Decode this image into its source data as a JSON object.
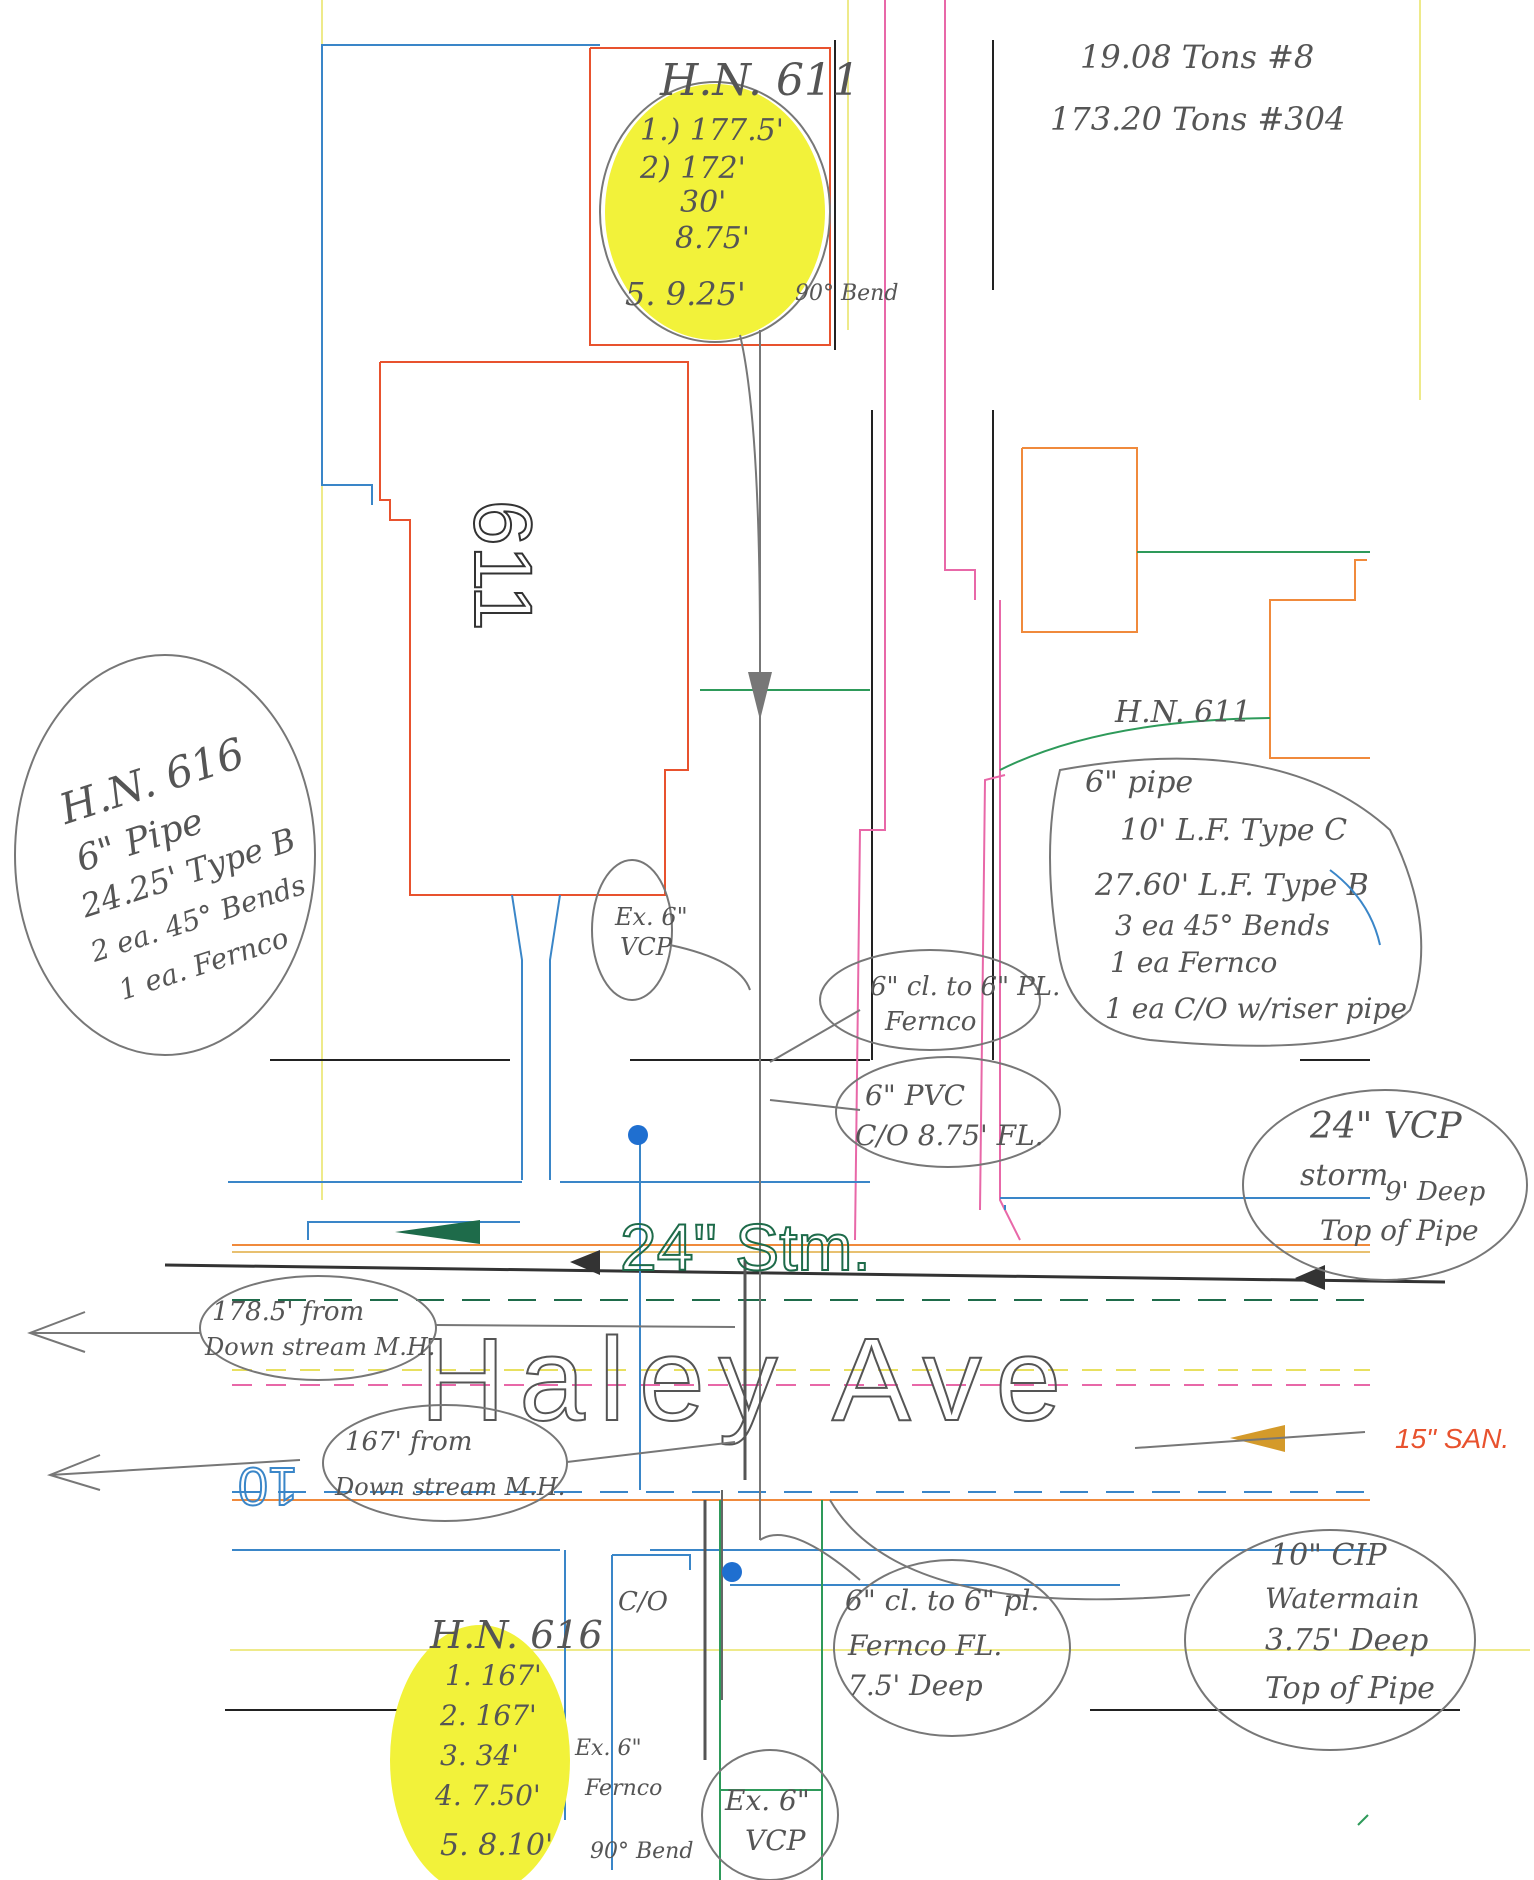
{
  "lot_number": "611",
  "street": {
    "name": "Haley Ave",
    "storm_label": "24\" Stm.",
    "sanitary_label": "15\" SAN.",
    "water_label": "10"
  },
  "top_notes": [
    "19.08 Tons #8",
    "173.20 Tons #304"
  ],
  "hn611_top": {
    "title": "H.N. 611",
    "lines": [
      "1.) 177.5'",
      "2) 172'",
      "30'",
      "8.75'",
      "5. 9.25'"
    ],
    "side_label": "90° Bend"
  },
  "hn611_right": {
    "title": "H.N. 611",
    "lines": [
      "6\" pipe",
      "10' L.F. Type C",
      "27.60' L.F. Type B",
      "3 ea 45° Bends",
      "1 ea Fernco",
      "1 ea C/O w/riser pipe"
    ]
  },
  "hn616_left": {
    "title": "H.N. 616",
    "lines": [
      "6\" Pipe",
      "24.25' Type B",
      "2 ea. 45° Bends",
      "1 ea. Fernco"
    ]
  },
  "hn616_bottom": {
    "title": "H.N. 616",
    "lines": [
      "1. 167'",
      "2. 167'",
      "3. 34'",
      "4. 7.50'",
      "5. 8.10'"
    ],
    "side_labels": [
      "Ex. 6\"",
      "Fernco",
      "90° Bend"
    ]
  },
  "callouts": {
    "ex_vcp_top": [
      "Ex. 6\"",
      "VCP"
    ],
    "cl_fernco_top": [
      "6\" cl. to 6\" PL.",
      "Fernco"
    ],
    "pvc_co": [
      "6\" PVC",
      "C/O 8.75' FL."
    ],
    "storm_24": [
      "24\" VCP",
      "storm",
      "9' Deep",
      "Top of Pipe"
    ],
    "from_mh_1": [
      "178.5' from",
      "Down stream M.H."
    ],
    "from_mh_2": [
      "167' from",
      "Down stream M.H."
    ],
    "watermain": [
      "10\" CIP",
      "Watermain",
      "3.75' Deep",
      "Top of Pipe"
    ],
    "cl_fernco_bottom": [
      "6\" cl. to 6\" pl.",
      "Fernco FL.",
      "7.5' Deep"
    ],
    "co_label": "C/O",
    "ex_vcp_bottom": [
      "Ex. 6\"",
      "VCP"
    ]
  },
  "colors": {
    "highlight": "#f2f23a",
    "storm": "#1e6b4a",
    "sanitary": "#f08a3c",
    "water": "#3a86c8",
    "property": "#e8522e",
    "gas": "#e868a8",
    "electric": "#e8e060"
  }
}
